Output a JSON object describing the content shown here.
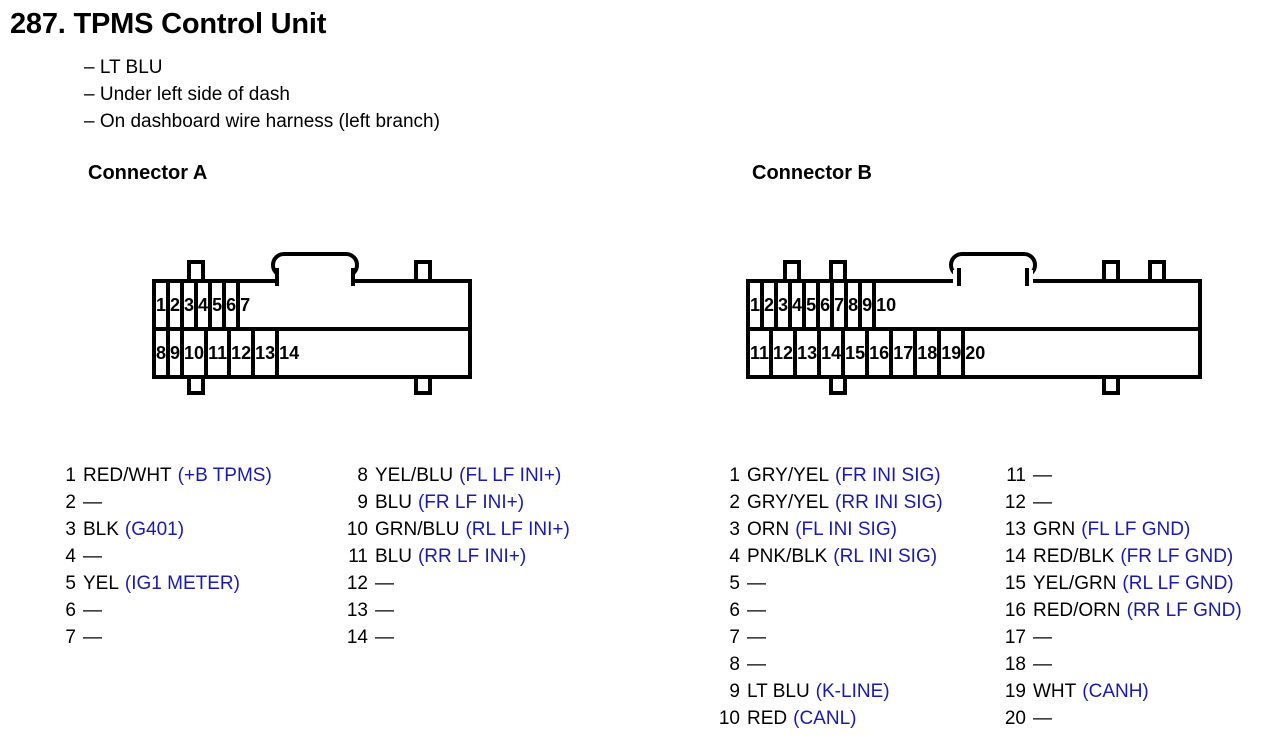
{
  "page": {
    "title": "287. TPMS Control Unit",
    "notes": [
      "– LT BLU",
      "– Under left side of dash",
      "– On dashboard wire harness (left branch)"
    ]
  },
  "connectors": [
    {
      "id": "A",
      "title": "Connector A",
      "columns": 7,
      "rows": [
        [
          "1",
          "2",
          "3",
          "4",
          "5",
          "6",
          "7"
        ],
        [
          "8",
          "9",
          "10",
          "11",
          "12",
          "13",
          "14"
        ]
      ],
      "pins": [
        {
          "no": "1",
          "wire": "RED/WHT",
          "signal": "(+B TPMS)"
        },
        {
          "no": "2",
          "wire": "—",
          "signal": ""
        },
        {
          "no": "3",
          "wire": "BLK",
          "signal": "(G401)"
        },
        {
          "no": "4",
          "wire": "—",
          "signal": ""
        },
        {
          "no": "5",
          "wire": "YEL",
          "signal": "(IG1 METER)"
        },
        {
          "no": "6",
          "wire": "—",
          "signal": ""
        },
        {
          "no": "7",
          "wire": "—",
          "signal": ""
        },
        {
          "no": "8",
          "wire": "YEL/BLU",
          "signal": "(FL LF INI+)"
        },
        {
          "no": "9",
          "wire": "BLU",
          "signal": "(FR LF INI+)"
        },
        {
          "no": "10",
          "wire": "GRN/BLU",
          "signal": "(RL LF INI+)"
        },
        {
          "no": "11",
          "wire": "BLU",
          "signal": "(RR LF INI+)"
        },
        {
          "no": "12",
          "wire": "—",
          "signal": ""
        },
        {
          "no": "13",
          "wire": "—",
          "signal": ""
        },
        {
          "no": "14",
          "wire": "—",
          "signal": ""
        }
      ]
    },
    {
      "id": "B",
      "title": "Connector B",
      "columns": 10,
      "rows": [
        [
          "1",
          "2",
          "3",
          "4",
          "5",
          "6",
          "7",
          "8",
          "9",
          "10"
        ],
        [
          "11",
          "12",
          "13",
          "14",
          "15",
          "16",
          "17",
          "18",
          "19",
          "20"
        ]
      ],
      "pins": [
        {
          "no": "1",
          "wire": "GRY/YEL",
          "signal": "(FR INI SIG)"
        },
        {
          "no": "2",
          "wire": "GRY/YEL",
          "signal": "(RR INI SIG)"
        },
        {
          "no": "3",
          "wire": "ORN",
          "signal": "(FL INI SIG)"
        },
        {
          "no": "4",
          "wire": "PNK/BLK",
          "signal": "(RL INI SIG)"
        },
        {
          "no": "5",
          "wire": "—",
          "signal": ""
        },
        {
          "no": "6",
          "wire": "—",
          "signal": ""
        },
        {
          "no": "7",
          "wire": "—",
          "signal": ""
        },
        {
          "no": "8",
          "wire": "—",
          "signal": ""
        },
        {
          "no": "9",
          "wire": "LT BLU",
          "signal": "(K-LINE)"
        },
        {
          "no": "10",
          "wire": "RED",
          "signal": "(CANL)"
        },
        {
          "no": "11",
          "wire": "—",
          "signal": ""
        },
        {
          "no": "12",
          "wire": "—",
          "signal": ""
        },
        {
          "no": "13",
          "wire": "GRN",
          "signal": "(FL LF GND)"
        },
        {
          "no": "14",
          "wire": "RED/BLK",
          "signal": "(FR LF GND)"
        },
        {
          "no": "15",
          "wire": "YEL/GRN",
          "signal": "(RL LF GND)"
        },
        {
          "no": "16",
          "wire": "RED/ORN",
          "signal": "(RR LF GND)"
        },
        {
          "no": "17",
          "wire": "—",
          "signal": ""
        },
        {
          "no": "18",
          "wire": "—",
          "signal": ""
        },
        {
          "no": "19",
          "wire": "WHT",
          "signal": "(CANH)"
        },
        {
          "no": "20",
          "wire": "—",
          "signal": ""
        }
      ]
    }
  ],
  "colors": {
    "signal_text": "#1a1aad",
    "outline": "#000000",
    "background": "#ffffff"
  }
}
